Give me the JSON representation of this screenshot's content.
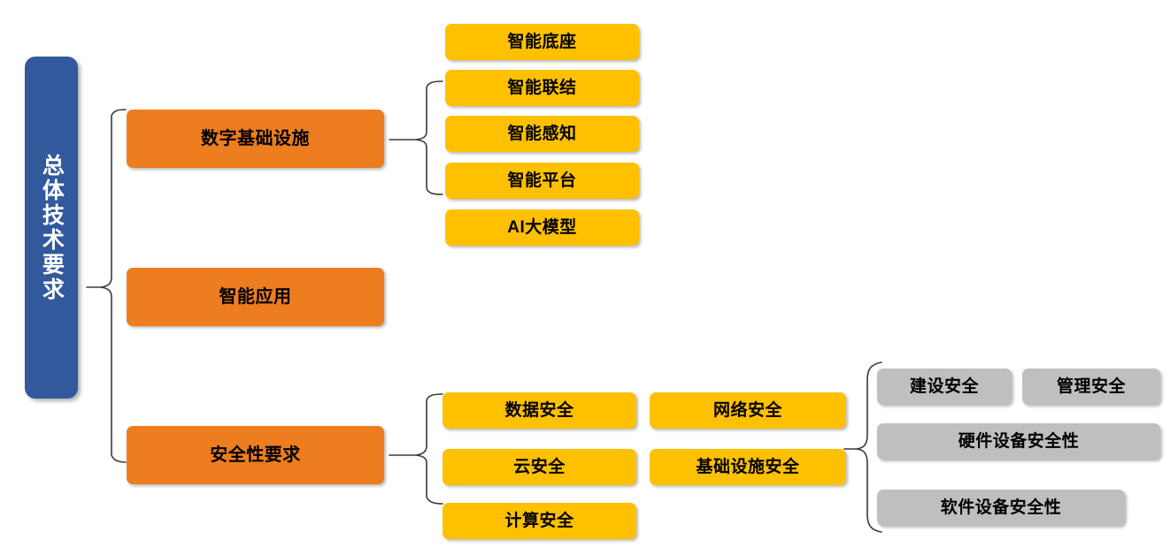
{
  "diagram": {
    "title": "总体技术要求",
    "type": "tree-bracket-diagram",
    "root": {
      "label": "总体技术要求",
      "color": "#31599C",
      "orientation": "vertical"
    },
    "level1": {
      "color": "#ED7D1E",
      "items": [
        {
          "label": "数字基础设施"
        },
        {
          "label": "智能应用"
        },
        {
          "label": "安全性要求"
        }
      ]
    },
    "infrastructure_children": {
      "color": "#FFC000",
      "items": [
        {
          "label": "智能底座"
        },
        {
          "label": "智能联结"
        },
        {
          "label": "智能感知"
        },
        {
          "label": "智能平台"
        },
        {
          "label": "AI大模型"
        }
      ]
    },
    "security_children": {
      "color": "#FFC000",
      "column_left": [
        {
          "label": "数据安全"
        },
        {
          "label": "云安全"
        },
        {
          "label": "计算安全"
        }
      ],
      "column_right": [
        {
          "label": "网络安全"
        },
        {
          "label": "基础设施安全"
        }
      ]
    },
    "infrastructure_security_children": {
      "color": "#BFBFBF",
      "items": [
        {
          "label": "建设安全"
        },
        {
          "label": "管理安全"
        },
        {
          "label": "硬件设备安全性"
        },
        {
          "label": "软件设备安全性"
        }
      ]
    },
    "connector_color": "#3A3A3A"
  }
}
